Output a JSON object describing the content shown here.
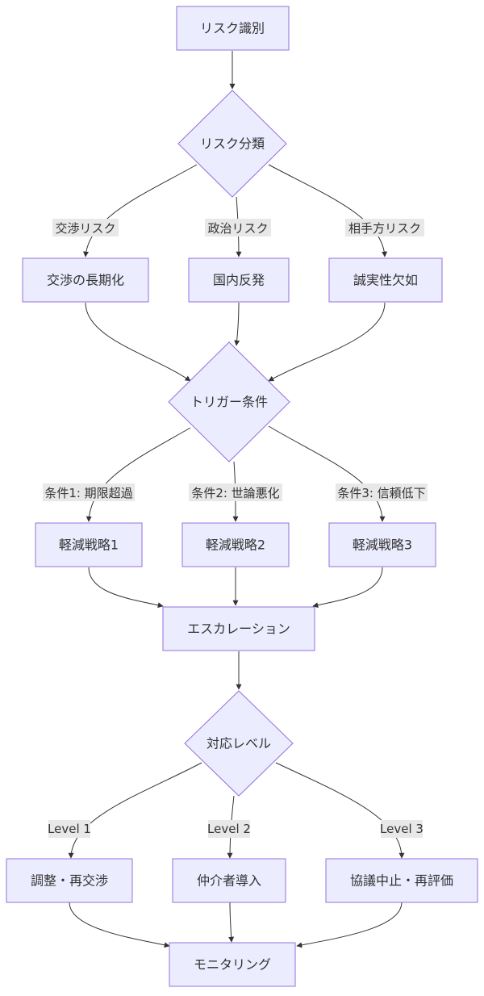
{
  "nodes": {
    "risk_identify": "リスク識別",
    "risk_classify": "リスク分類",
    "prolonged": "交渉の長期化",
    "domestic_backlash": "国内反発",
    "lack_of_sincerity": "誠実性欠如",
    "trigger": "トリガー条件",
    "mitigation_1": "軽減戦略1",
    "mitigation_2": "軽減戦略2",
    "mitigation_3": "軽減戦略3",
    "escalation": "エスカレーション",
    "response_level": "対応レベル",
    "adjust_renegotiate": "調整・再交渉",
    "mediator": "仲介者導入",
    "suspend_reassess": "協議中止・再評価",
    "monitoring": "モニタリング"
  },
  "edge_labels": {
    "negotiation_risk": "交渉リスク",
    "political_risk": "政治リスク",
    "counterparty_risk": "相手方リスク",
    "cond_1": "条件1: 期限超過",
    "cond_2": "条件2: 世論悪化",
    "cond_3": "条件3: 信頼低下",
    "level_1": "Level 1",
    "level_2": "Level 2",
    "level_3": "Level 3"
  },
  "colors": {
    "node_fill": "#ECECFF",
    "node_stroke": "#9370DB",
    "edge": "#333333",
    "label_bg": "#E8E8E8",
    "text": "#333333"
  }
}
